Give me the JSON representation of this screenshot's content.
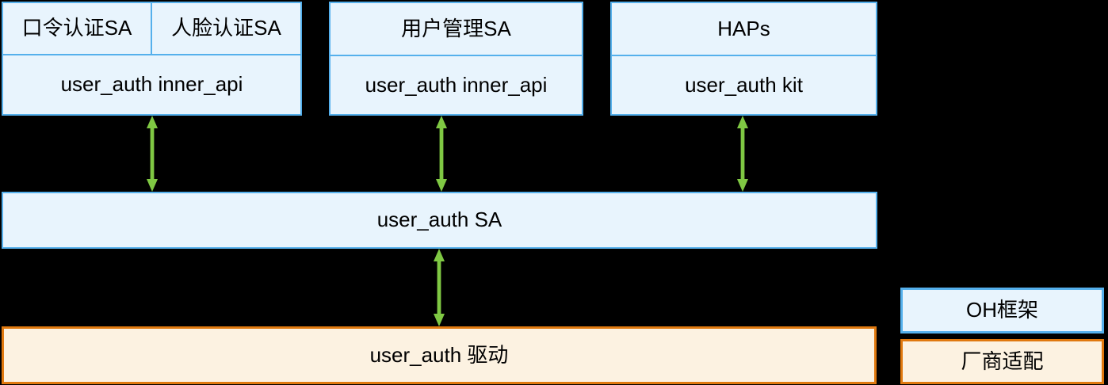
{
  "colors": {
    "background": "#000000",
    "blue_fill": "#E8F4FD",
    "blue_border": "#55B0EC",
    "orange_fill": "#FCF2E1",
    "orange_border": "#E0790F",
    "arrow_green": "#7FC843",
    "text": "#000000"
  },
  "layers": {
    "password_auth_sa": "口令认证SA",
    "face_auth_sa": "人脸认证SA",
    "inner_api_left": "user_auth inner_api",
    "user_mgmt_sa": "用户管理SA",
    "inner_api_mid": "user_auth inner_api",
    "haps": "HAPs",
    "kit": "user_auth kit",
    "user_auth_sa": "user_auth SA",
    "user_auth_driver": "user_auth 驱动"
  },
  "legend": {
    "oh_framework": "OH框架",
    "vendor_adaptation": "厂商适配"
  },
  "arrows": [
    {
      "name": "arrow-password-group-to-sa",
      "style": "bidirectional"
    },
    {
      "name": "arrow-usermgmt-to-sa",
      "style": "bidirectional"
    },
    {
      "name": "arrow-haps-to-sa",
      "style": "bidirectional"
    },
    {
      "name": "arrow-sa-to-driver",
      "style": "bidirectional"
    }
  ]
}
